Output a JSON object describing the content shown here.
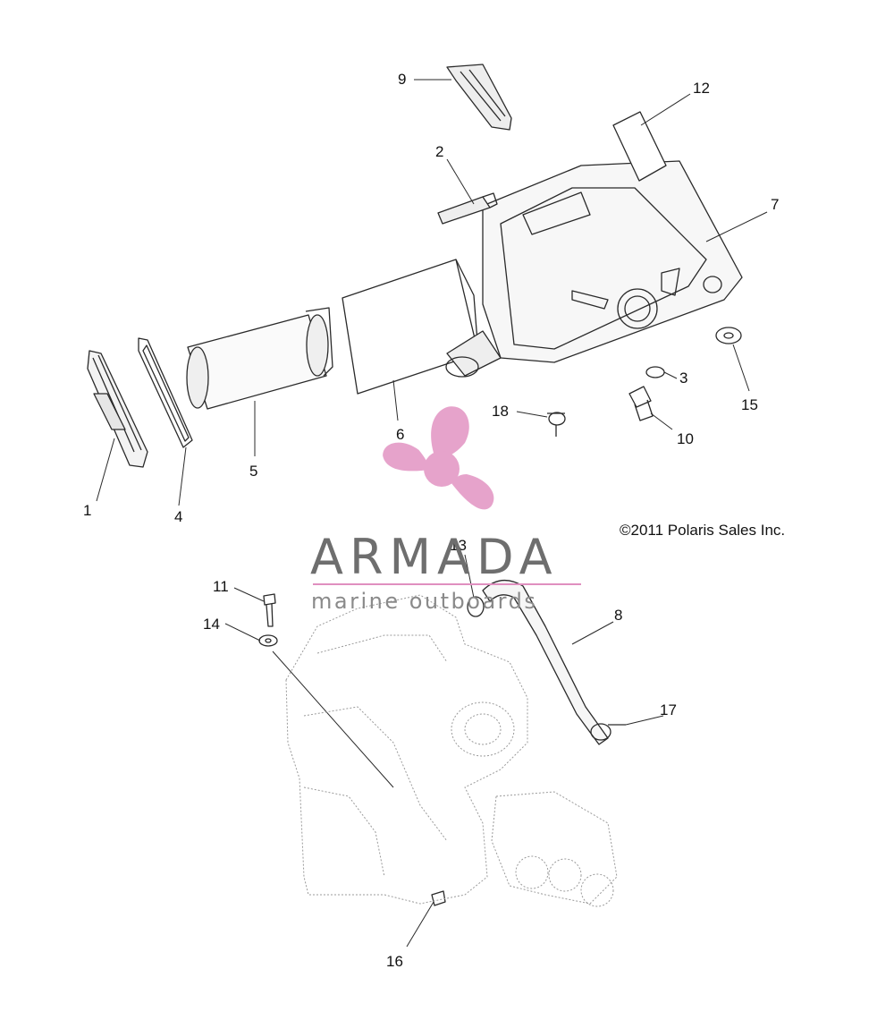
{
  "callouts": [
    "1",
    "2",
    "3",
    "4",
    "5",
    "6",
    "7",
    "8",
    "9",
    "10",
    "11",
    "12",
    "13",
    "14",
    "15",
    "16",
    "17",
    "18"
  ],
  "copyright": "©2011 Polaris Sales Inc.",
  "watermark": {
    "name": "ARMADA",
    "tagline": "marine outboards",
    "accent_color": "#e49ac6",
    "text_color": "#6e6e6e"
  },
  "line_color": "#2a2a2a",
  "ghost_line_color": "#9a9a9a"
}
